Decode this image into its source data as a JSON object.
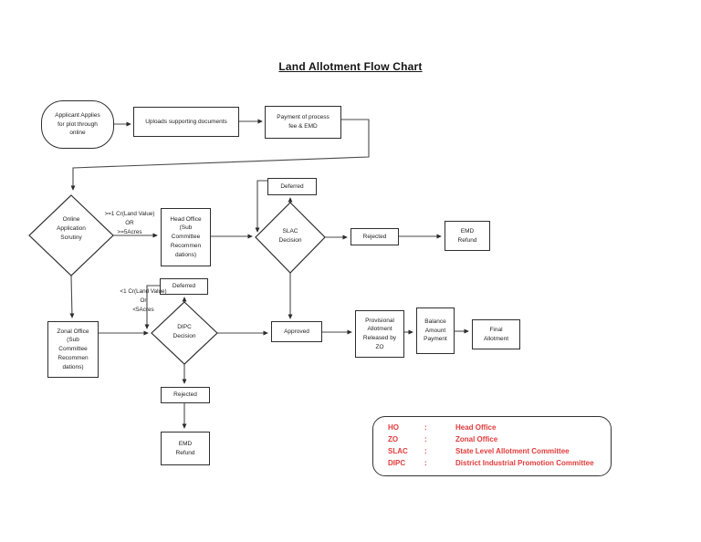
{
  "title": "Land Allotment Flow Chart",
  "nodes": {
    "start": "Applicant Applies\nfor plot through\nonline",
    "upload": "Uploads supporting documents",
    "payment": "Payment of process\nfee & EMD",
    "scrutiny": "Online\nApplication\nScrutiny",
    "head_office": "Head Office\n(Sub\nCommittee\nRecommen\ndations)",
    "slac": "SLAC\nDecision",
    "deferred_slac": "Deferred",
    "rejected_slac": "Rejected",
    "emd_refund_slac": "EMD\nRefund",
    "zonal_office": "Zonal Office\n(Sub\nCommittee\nRecommen\ndations)",
    "dipc": "DIPC\nDecision",
    "deferred_dipc": "Deferred",
    "rejected_dipc": "Rejected",
    "emd_refund_dipc": "EMD\nRefund",
    "approved": "Approved",
    "provisional": "Provisional\nAllotment\nReleased by\nZO",
    "balance": "Balance\nAmount\nPayment",
    "final": "Final\nAllotment"
  },
  "edge_labels": {
    "high_value": ">=1 Cr(Land Value)\nOR\n>=5Acres",
    "low_value": "<1 Cr(Land Value)\nOr\n<5Acres"
  },
  "legend": {
    "text_color": "#e23b3b",
    "items": [
      {
        "abbr": "HO",
        "colon": ":",
        "full": "Head Office"
      },
      {
        "abbr": "ZO",
        "colon": ":",
        "full": "Zonal Office"
      },
      {
        "abbr": "SLAC",
        "colon": ":",
        "full": "State Level Allotment Committee"
      },
      {
        "abbr": "DIPC",
        "colon": ":",
        "full": "District Industrial Promotion Committee"
      }
    ]
  }
}
